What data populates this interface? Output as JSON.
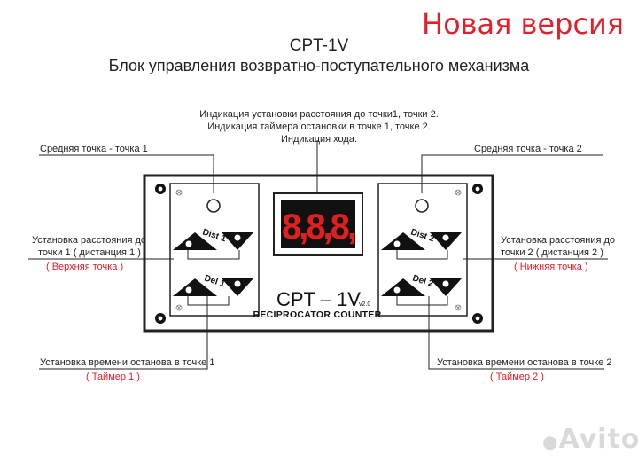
{
  "header": {
    "new_version": "Новая версия",
    "model": "CPT-1V",
    "subtitle": "Блок управления возвратно-поступательного механизма"
  },
  "top_callout": {
    "line1": "Индикация установки расстояния до точки1, точки 2.",
    "line2": "Индикация таймера остановки в точке 1, точке 2.",
    "line3": "Индикация хода."
  },
  "callouts": {
    "mid1": "Средняя точка - точка 1",
    "mid2": "Средняя точка - точка 2",
    "dist1_line1": "Установка расстояния до",
    "dist1_line2": "точки 1 ( дистанция 1 )",
    "dist1_note": "( Верхняя точка )",
    "dist2_line1": "Установка расстояния до",
    "dist2_line2": "точки 2 ( дистанция 2 )",
    "dist2_note": "( Нижняя точка )",
    "timer1": "Установка времени останова в точке 1",
    "timer1_note": "( Таймер 1 )",
    "timer2": "Установка времени останова в точке 2",
    "timer2_note": "( Таймер 2 )"
  },
  "panel": {
    "display_value": "8,8,8,",
    "dist1": "Dist 1",
    "dist2": "Dist 2",
    "del1": "Del 1",
    "del2": "Del 2",
    "model_name": "CPT – 1V",
    "version": "v2.0",
    "caption": "RECIPROCATOR COUNTER"
  },
  "watermark": "Avito",
  "colors": {
    "accent_red": "#e0202a",
    "display_red": "#e02020",
    "line": "#222222"
  }
}
